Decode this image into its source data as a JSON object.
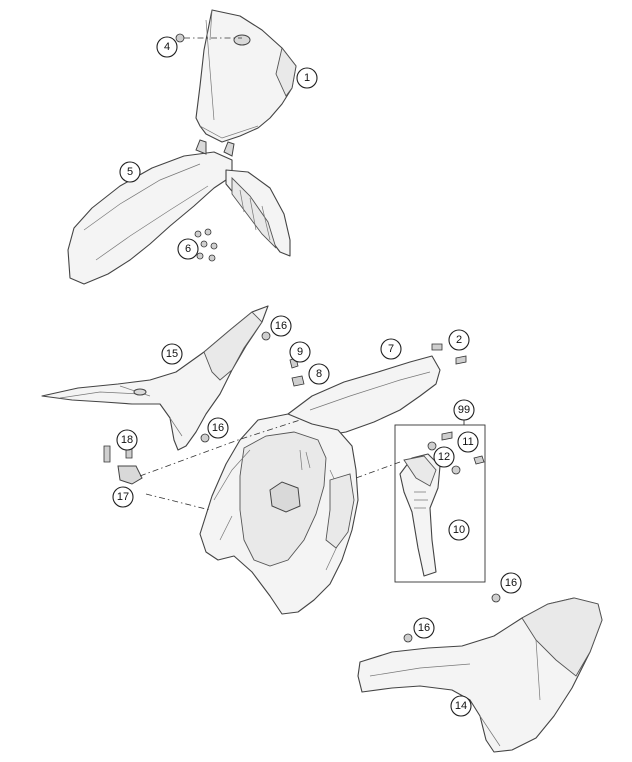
{
  "callouts": [
    {
      "id": "c1",
      "label": "1"
    },
    {
      "id": "c2",
      "label": "2"
    },
    {
      "id": "c4",
      "label": "4"
    },
    {
      "id": "c5",
      "label": "5"
    },
    {
      "id": "c6",
      "label": "6"
    },
    {
      "id": "c7",
      "label": "7"
    },
    {
      "id": "c8",
      "label": "8"
    },
    {
      "id": "c9",
      "label": "9"
    },
    {
      "id": "c10",
      "label": "10"
    },
    {
      "id": "c11",
      "label": "11"
    },
    {
      "id": "c12",
      "label": "12"
    },
    {
      "id": "c14",
      "label": "14"
    },
    {
      "id": "c15",
      "label": "15"
    },
    {
      "id": "c16a",
      "label": "16"
    },
    {
      "id": "c16b",
      "label": "16"
    },
    {
      "id": "c16c",
      "label": "16"
    },
    {
      "id": "c16d",
      "label": "16"
    },
    {
      "id": "c17",
      "label": "17"
    },
    {
      "id": "c18",
      "label": "18"
    },
    {
      "id": "c99",
      "label": "99"
    }
  ]
}
